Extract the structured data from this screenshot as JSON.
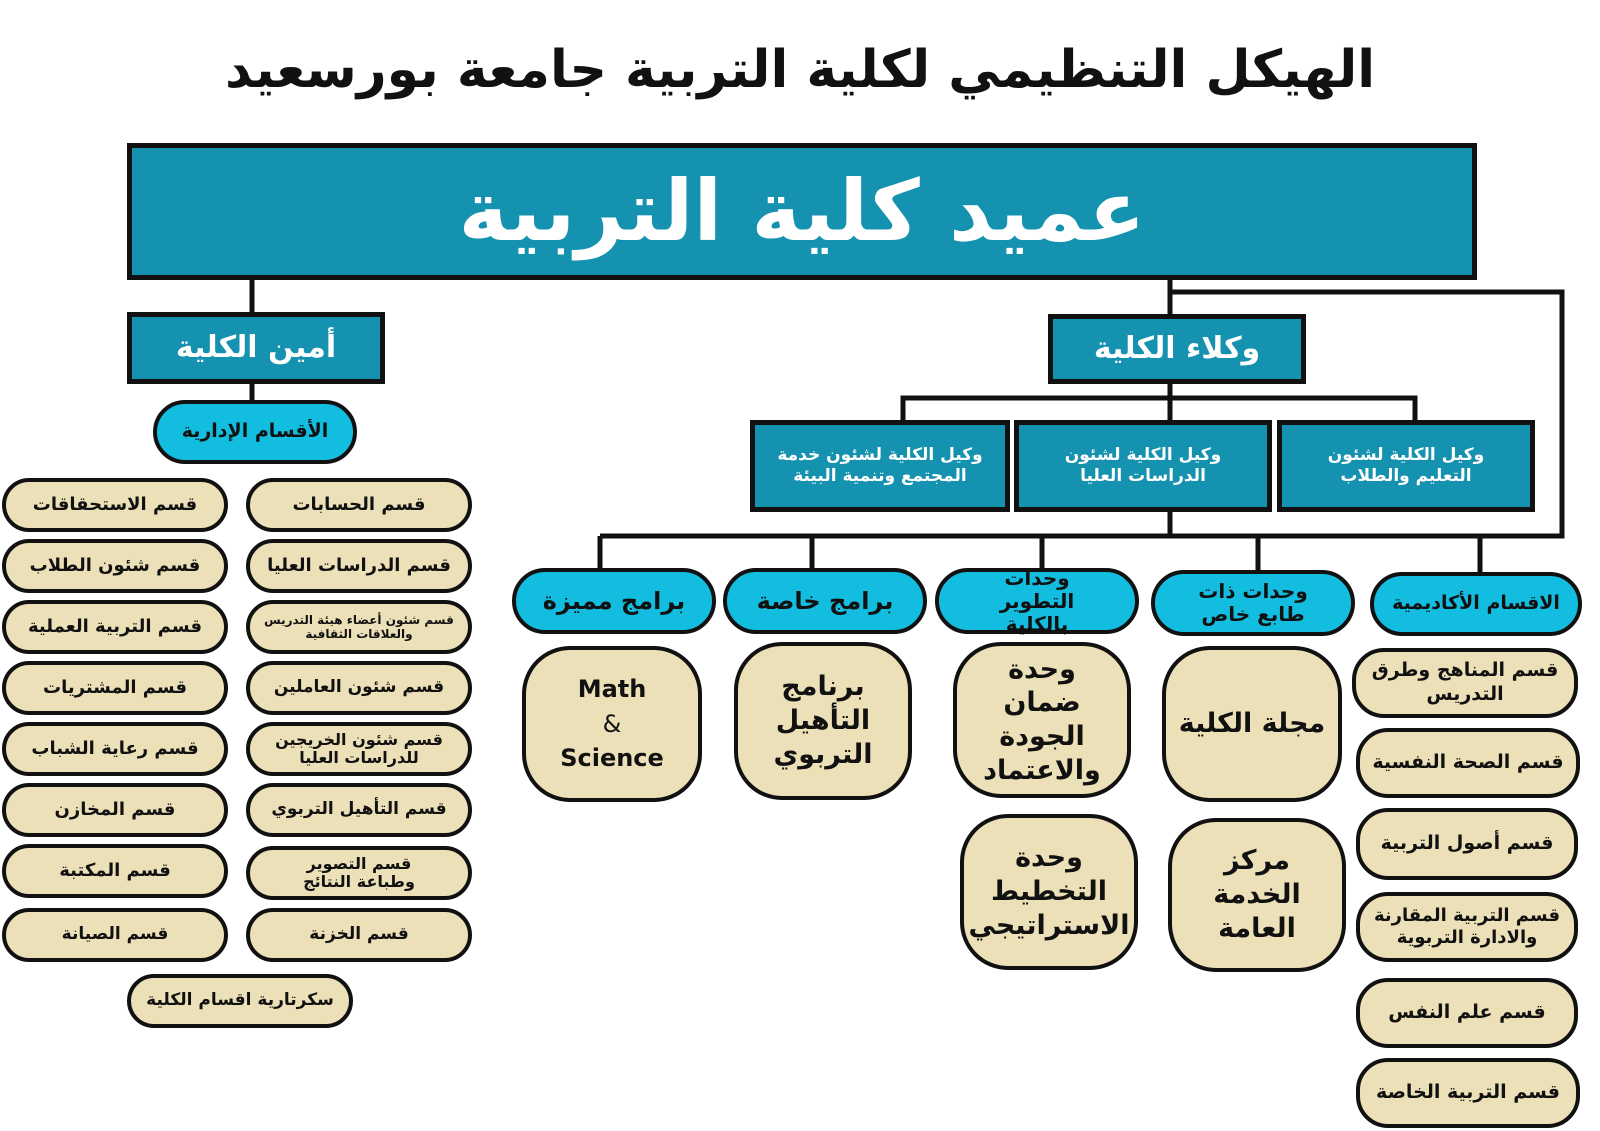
{
  "title": "الهيكل التنظيمي لكلية التربية جامعة بورسعيد",
  "dean": "عميد كلية التربية",
  "secretary_general": "أمين الكلية",
  "admin_departments": "الأقسام الإدارية",
  "vice_deans": "وكلاء الكلية",
  "vice_dean_community": "وكيل الكلية لشئون خدمة المجتمع وتنمية البيئة",
  "vice_dean_graduate": "وكيل الكلية لشئون الدراسات العليا",
  "vice_dean_education": "وكيل الكلية لشئون التعليم والطلاب",
  "categories": {
    "distinguished": "برامج مميزة",
    "special": "برامج خاصة",
    "development": "وحدات التطوير بالكلية",
    "special_units": "وحدات ذات طابع خاص",
    "academic": "الاقسام الأكاديمية"
  },
  "distinguished_items": {
    "math": "Math",
    "amp": "&",
    "science": "Science"
  },
  "special_items": {
    "qualification_program": "برنامج التأهيل التربوي"
  },
  "development_items": {
    "quality_unit": "وحدة ضمان الجودة والاعتماد",
    "planning_unit": "وحدة التخطيط الاستراتيجي"
  },
  "special_unit_items": {
    "journal": "مجلة الكلية",
    "service_center": "مركز الخدمة العامة"
  },
  "academic_items": [
    "قسم المناهج وطرق التدريس",
    "قسم الصحة النفسية",
    "قسم أصول التربية",
    "قسم التربية المقارنة والادارة التربوية",
    "قسم علم النفس",
    "قسم التربية الخاصة"
  ],
  "admin_left": [
    "قسم الاستحقاقات",
    "قسم شئون الطلاب",
    "قسم التربية العملية",
    "قسم المشتريات",
    "قسم رعاية الشباب",
    "قسم المخازن",
    "قسم المكتبة",
    "قسم الصيانة"
  ],
  "admin_right": [
    "قسم الحسابات",
    "قسم الدراسات العليا",
    "قسم شئون أعضاء هيئة التدريس والعلاقات الثقافية",
    "قسم شئون العاملين",
    "قسم شئون الخريجين للدراسات العليا",
    "قسم التأهيل التربوي",
    "قسم التصوير وطباعة النتائج",
    "قسم الخزنة"
  ],
  "secretariat": "سكرتارية اقسام الكلية"
}
